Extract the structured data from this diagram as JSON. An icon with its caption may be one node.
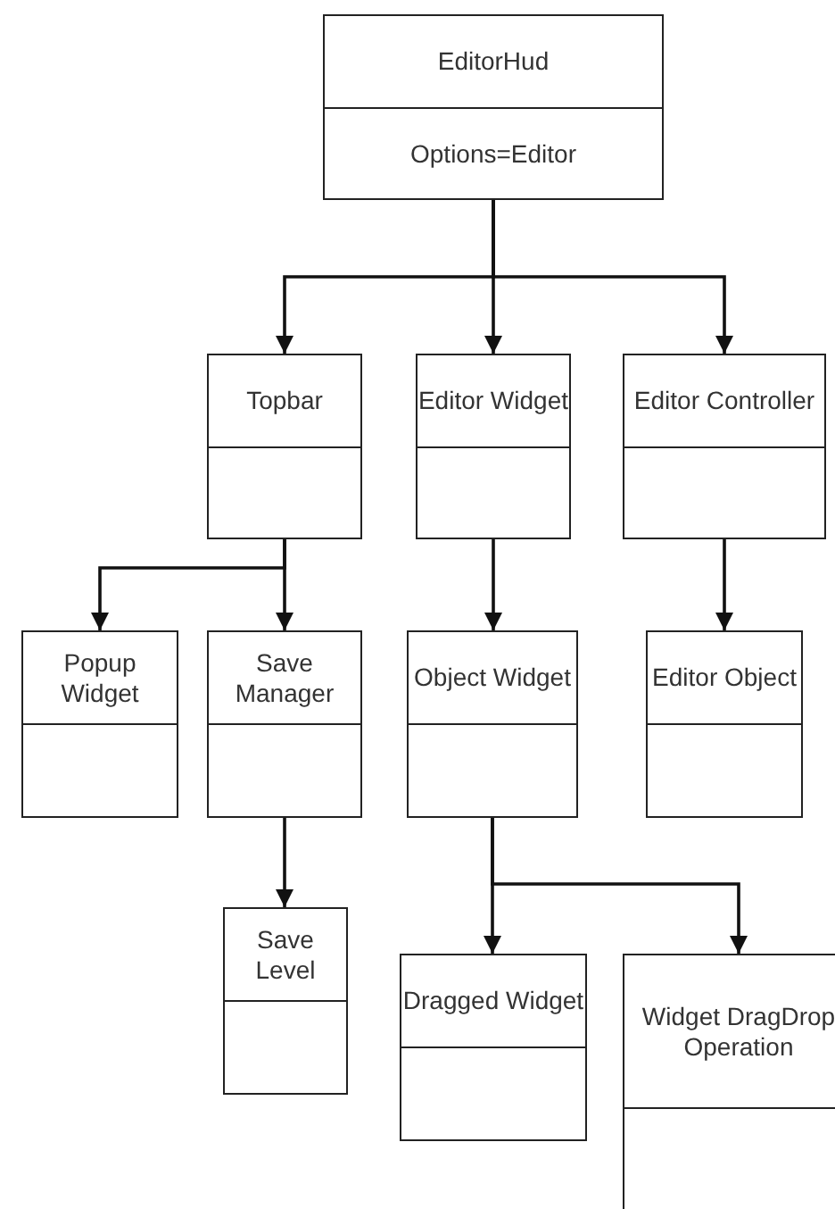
{
  "diagram": {
    "nodes": [
      {
        "text": [
          "EditorHud",
          "Options=Editor"
        ]
      },
      {
        "text": [
          "Topbar"
        ]
      },
      {
        "text": [
          "Editor Widget"
        ]
      },
      {
        "text": [
          "Editor Controller"
        ]
      },
      {
        "text": [
          "Popup Widget"
        ]
      },
      {
        "text": [
          "Save Manager"
        ]
      },
      {
        "text": [
          "Object Widget"
        ]
      },
      {
        "text": [
          "Editor Object"
        ]
      },
      {
        "text": [
          "Save Level"
        ]
      },
      {
        "text": [
          "Dragged Widget"
        ]
      },
      {
        "text": [
          "Widget DragDrop Operation"
        ]
      }
    ],
    "edges": [
      {
        "from": 0,
        "to": 1,
        "arrow": "to"
      },
      {
        "from": 0,
        "to": 2,
        "arrow": "to"
      },
      {
        "from": 0,
        "to": 3,
        "arrow": "to"
      },
      {
        "from": 1,
        "to": 4,
        "arrow": "to"
      },
      {
        "from": 1,
        "to": 5,
        "arrow": "to"
      },
      {
        "from": 2,
        "to": 6,
        "arrow": "to"
      },
      {
        "from": 3,
        "to": 7,
        "arrow": "to"
      },
      {
        "from": 5,
        "to": 8,
        "arrow": "to"
      },
      {
        "from": 6,
        "to": 9,
        "arrow": "to"
      },
      {
        "from": 6,
        "to": 10,
        "arrow": "to"
      }
    ]
  }
}
